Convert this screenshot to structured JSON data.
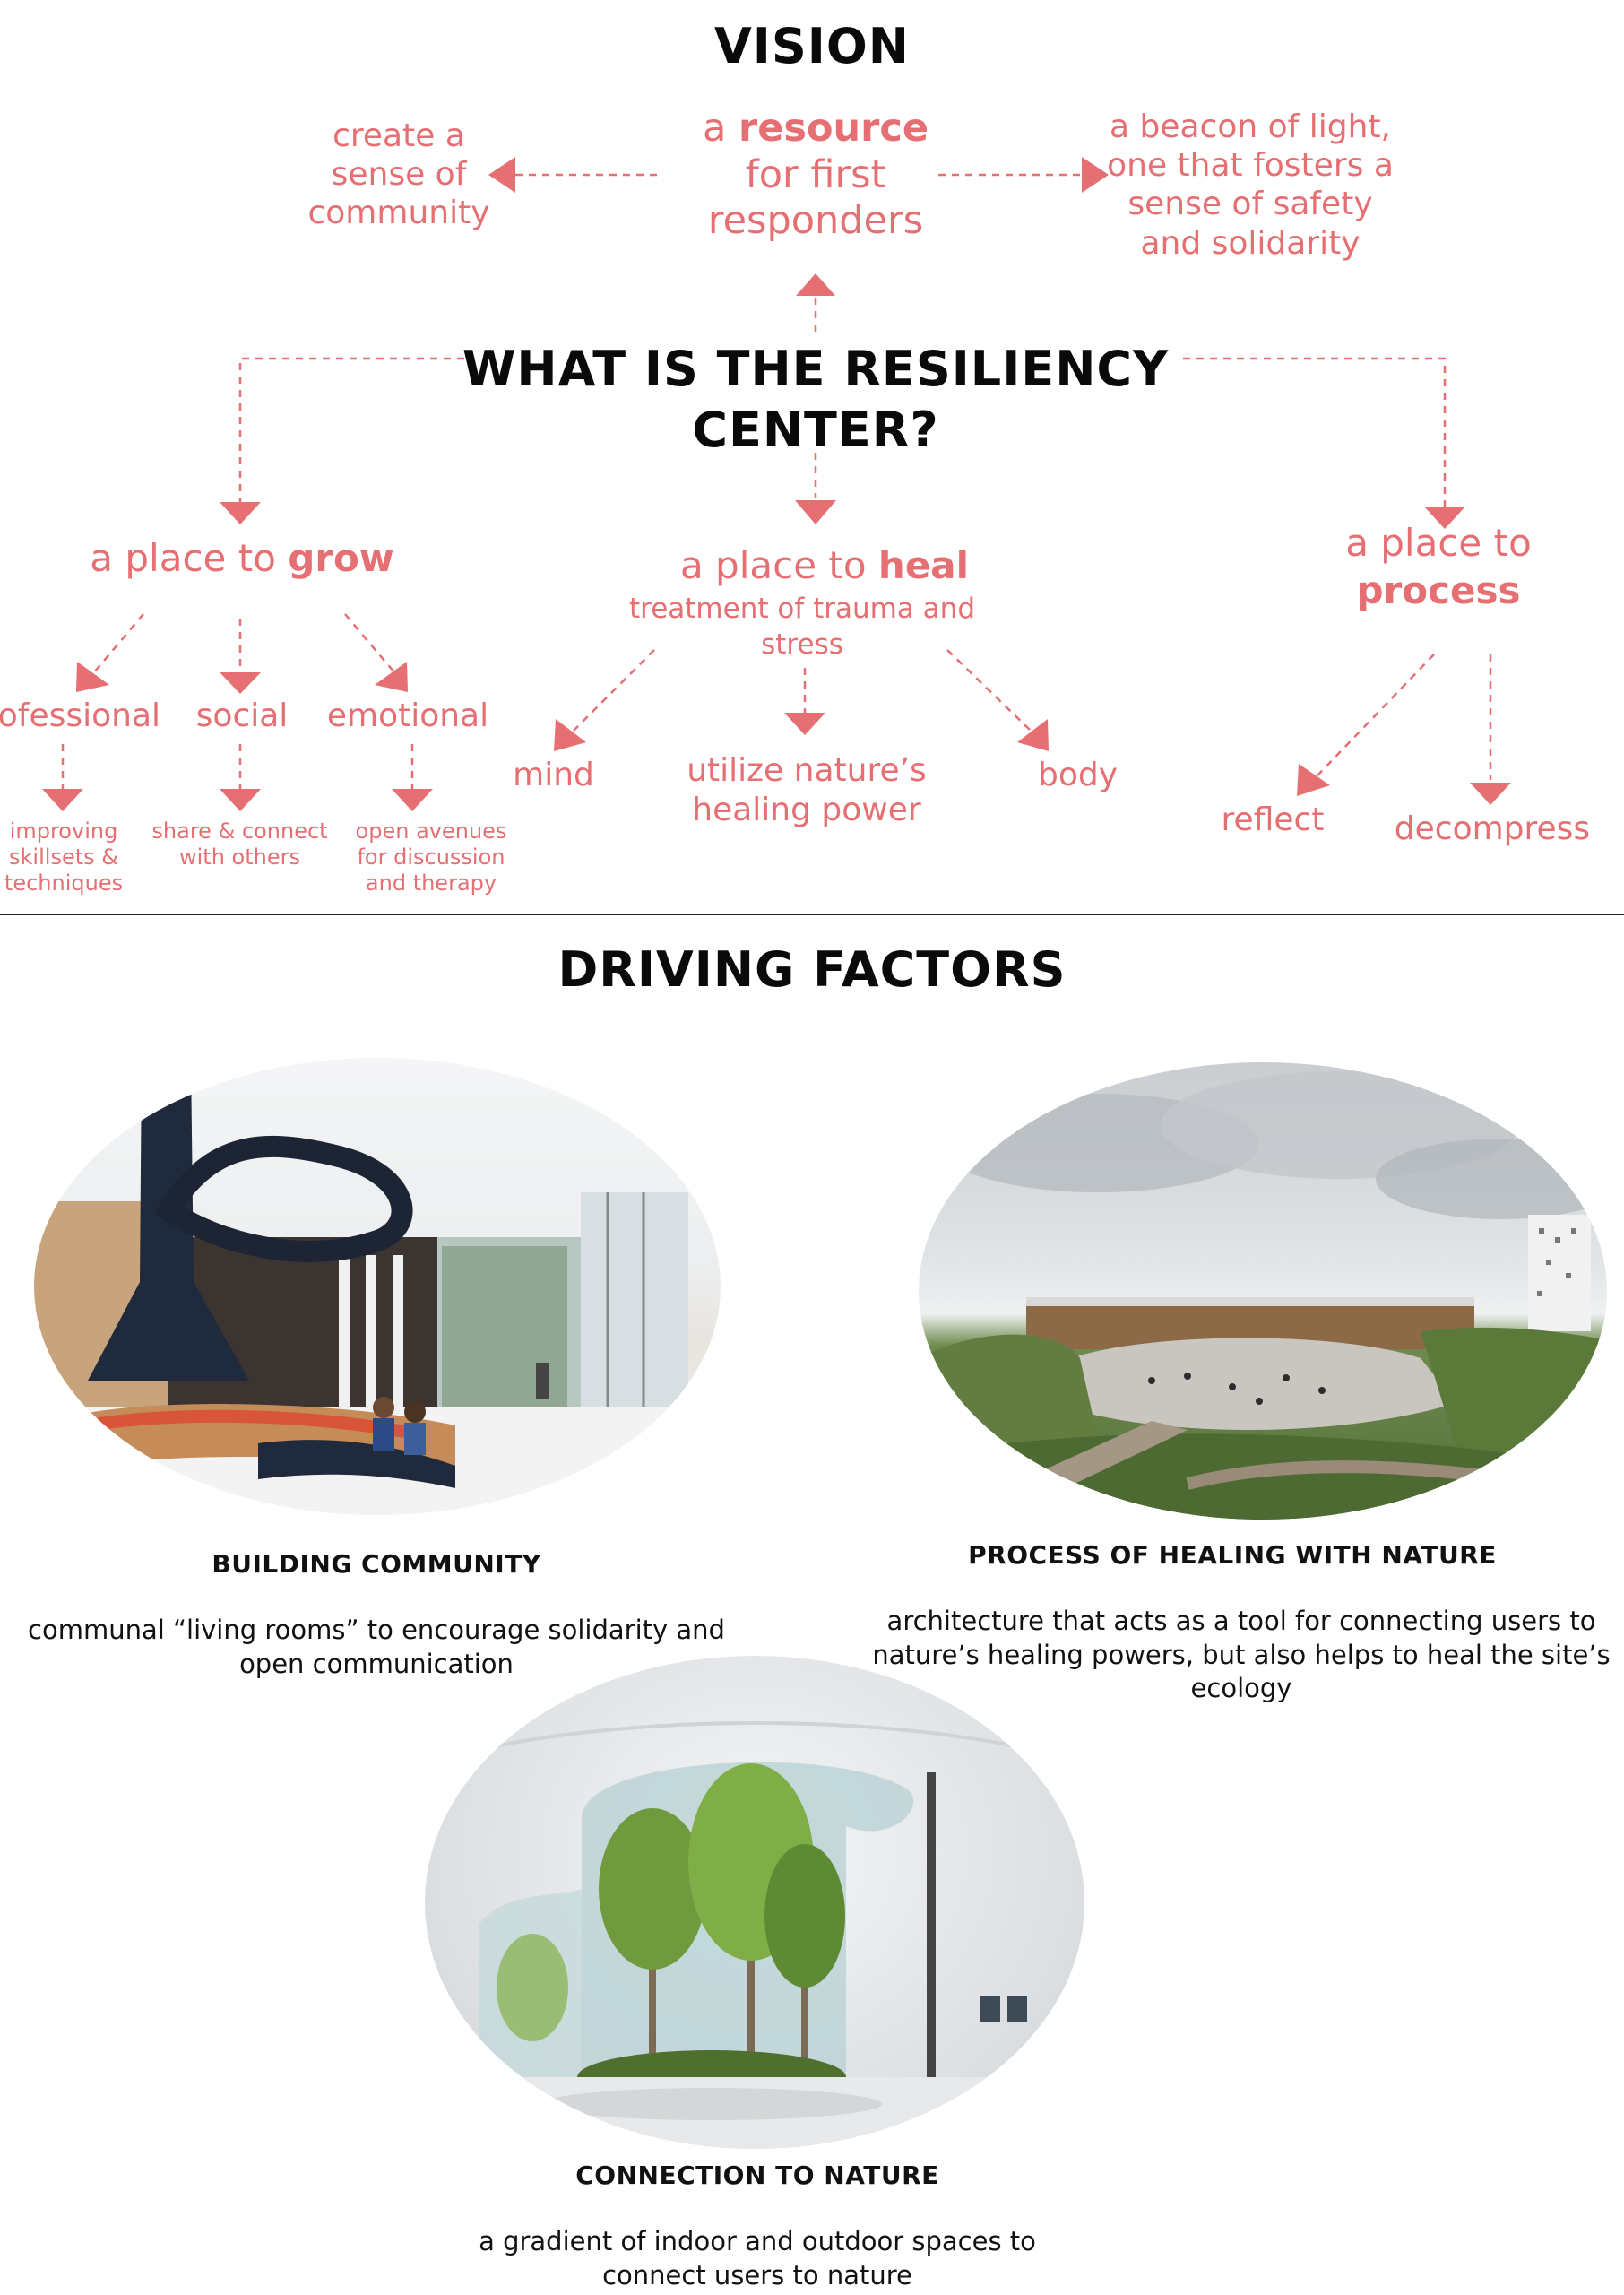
{
  "vision": {
    "title": "VISION",
    "center_pre": "a",
    "center_bold": "resource",
    "center_post": "for first responders",
    "left": "create a sense of community",
    "right": "a beacon of light, one that fosters a sense of safety and solidarity"
  },
  "question": {
    "line1": "WHAT IS THE RESILIENCY",
    "line2": "CENTER?"
  },
  "grow": {
    "pre": "a place to",
    "bold": "grow",
    "children": [
      {
        "label": "professional",
        "detail": "improving skillsets & techniques"
      },
      {
        "label": "social",
        "detail": "share & connect with others"
      },
      {
        "label": "emotional",
        "detail": "open avenues for discussion and therapy"
      }
    ]
  },
  "heal": {
    "pre": "a place to",
    "bold": "heal",
    "sub": "treatment of trauma and stress",
    "children": [
      "mind",
      "utilize nature’s healing power",
      "body"
    ]
  },
  "process": {
    "pre": "a place to",
    "bold": "process",
    "children": [
      "reflect",
      "decompress"
    ]
  },
  "driving": {
    "title": "DRIVING FACTORS",
    "items": [
      {
        "title": "BUILDING COMMUNITY",
        "text": "communal “living rooms” to encourage solidarity and open communication"
      },
      {
        "title": "PROCESS OF HEALING WITH NATURE",
        "text": "architecture that acts as a tool for connecting users to nature’s healing powers, but also helps to heal the site’s ecology"
      },
      {
        "title": "CONNECTION TO NATURE",
        "text": "a gradient of indoor and outdoor spaces to connect users to nature"
      }
    ]
  },
  "colors": {
    "accent": "#e56f72",
    "ink": "#111111"
  }
}
